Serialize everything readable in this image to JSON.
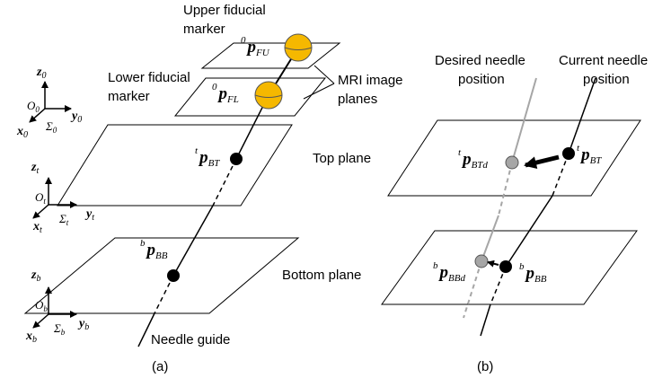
{
  "panel_a": {
    "caption": "(a)",
    "upper_fiducial_label": [
      "Upper fiducial",
      "marker"
    ],
    "lower_fiducial_label": [
      "Lower fiducial",
      "marker"
    ],
    "mri_label": [
      "MRI image",
      "planes"
    ],
    "top_plane_label": "Top plane",
    "bottom_plane_label": "Bottom plane",
    "needle_guide_label": "Needle guide",
    "p_FU": {
      "sup": "0",
      "base": "p",
      "sub": "FU"
    },
    "p_FL": {
      "sup": "0",
      "base": "p",
      "sub": "FL"
    },
    "p_BT": {
      "sup": "t",
      "base": "p",
      "sub": "BT"
    },
    "p_BB": {
      "sup": "b",
      "base": "p",
      "sub": "BB"
    },
    "frame_0": {
      "z": "z",
      "z_sub": "0",
      "y": "y",
      "y_sub": "0",
      "x": "x",
      "x_sub": "0",
      "O": "O",
      "O_sub": "0",
      "sigma": "Σ",
      "sigma_sub": "0"
    },
    "frame_t": {
      "z": "z",
      "z_sub": "t",
      "y": "y",
      "y_sub": "t",
      "x": "x",
      "x_sub": "t",
      "O": "O",
      "O_sub": "t",
      "sigma": "Σ",
      "sigma_sub": "t"
    },
    "frame_b": {
      "z": "z",
      "z_sub": "b",
      "y": "y",
      "y_sub": "b",
      "x": "x",
      "x_sub": "b",
      "O": "O",
      "O_sub": "b",
      "sigma": "Σ",
      "sigma_sub": "b"
    }
  },
  "panel_b": {
    "caption": "(b)",
    "desired_label": [
      "Desired needle",
      "position"
    ],
    "current_label": [
      "Current needle",
      "position"
    ],
    "p_BTd": {
      "sup": "t",
      "base": "p",
      "sub": "BTd"
    },
    "p_BT": {
      "sup": "t",
      "base": "p",
      "sub": "BT"
    },
    "p_BBd": {
      "sup": "b",
      "base": "p",
      "sub": "BBd"
    },
    "p_BB": {
      "sup": "b",
      "base": "p",
      "sub": "BB"
    }
  },
  "colors": {
    "fiducial": "#f5b800",
    "desired": "#a6a6a6",
    "current": "#000000"
  }
}
